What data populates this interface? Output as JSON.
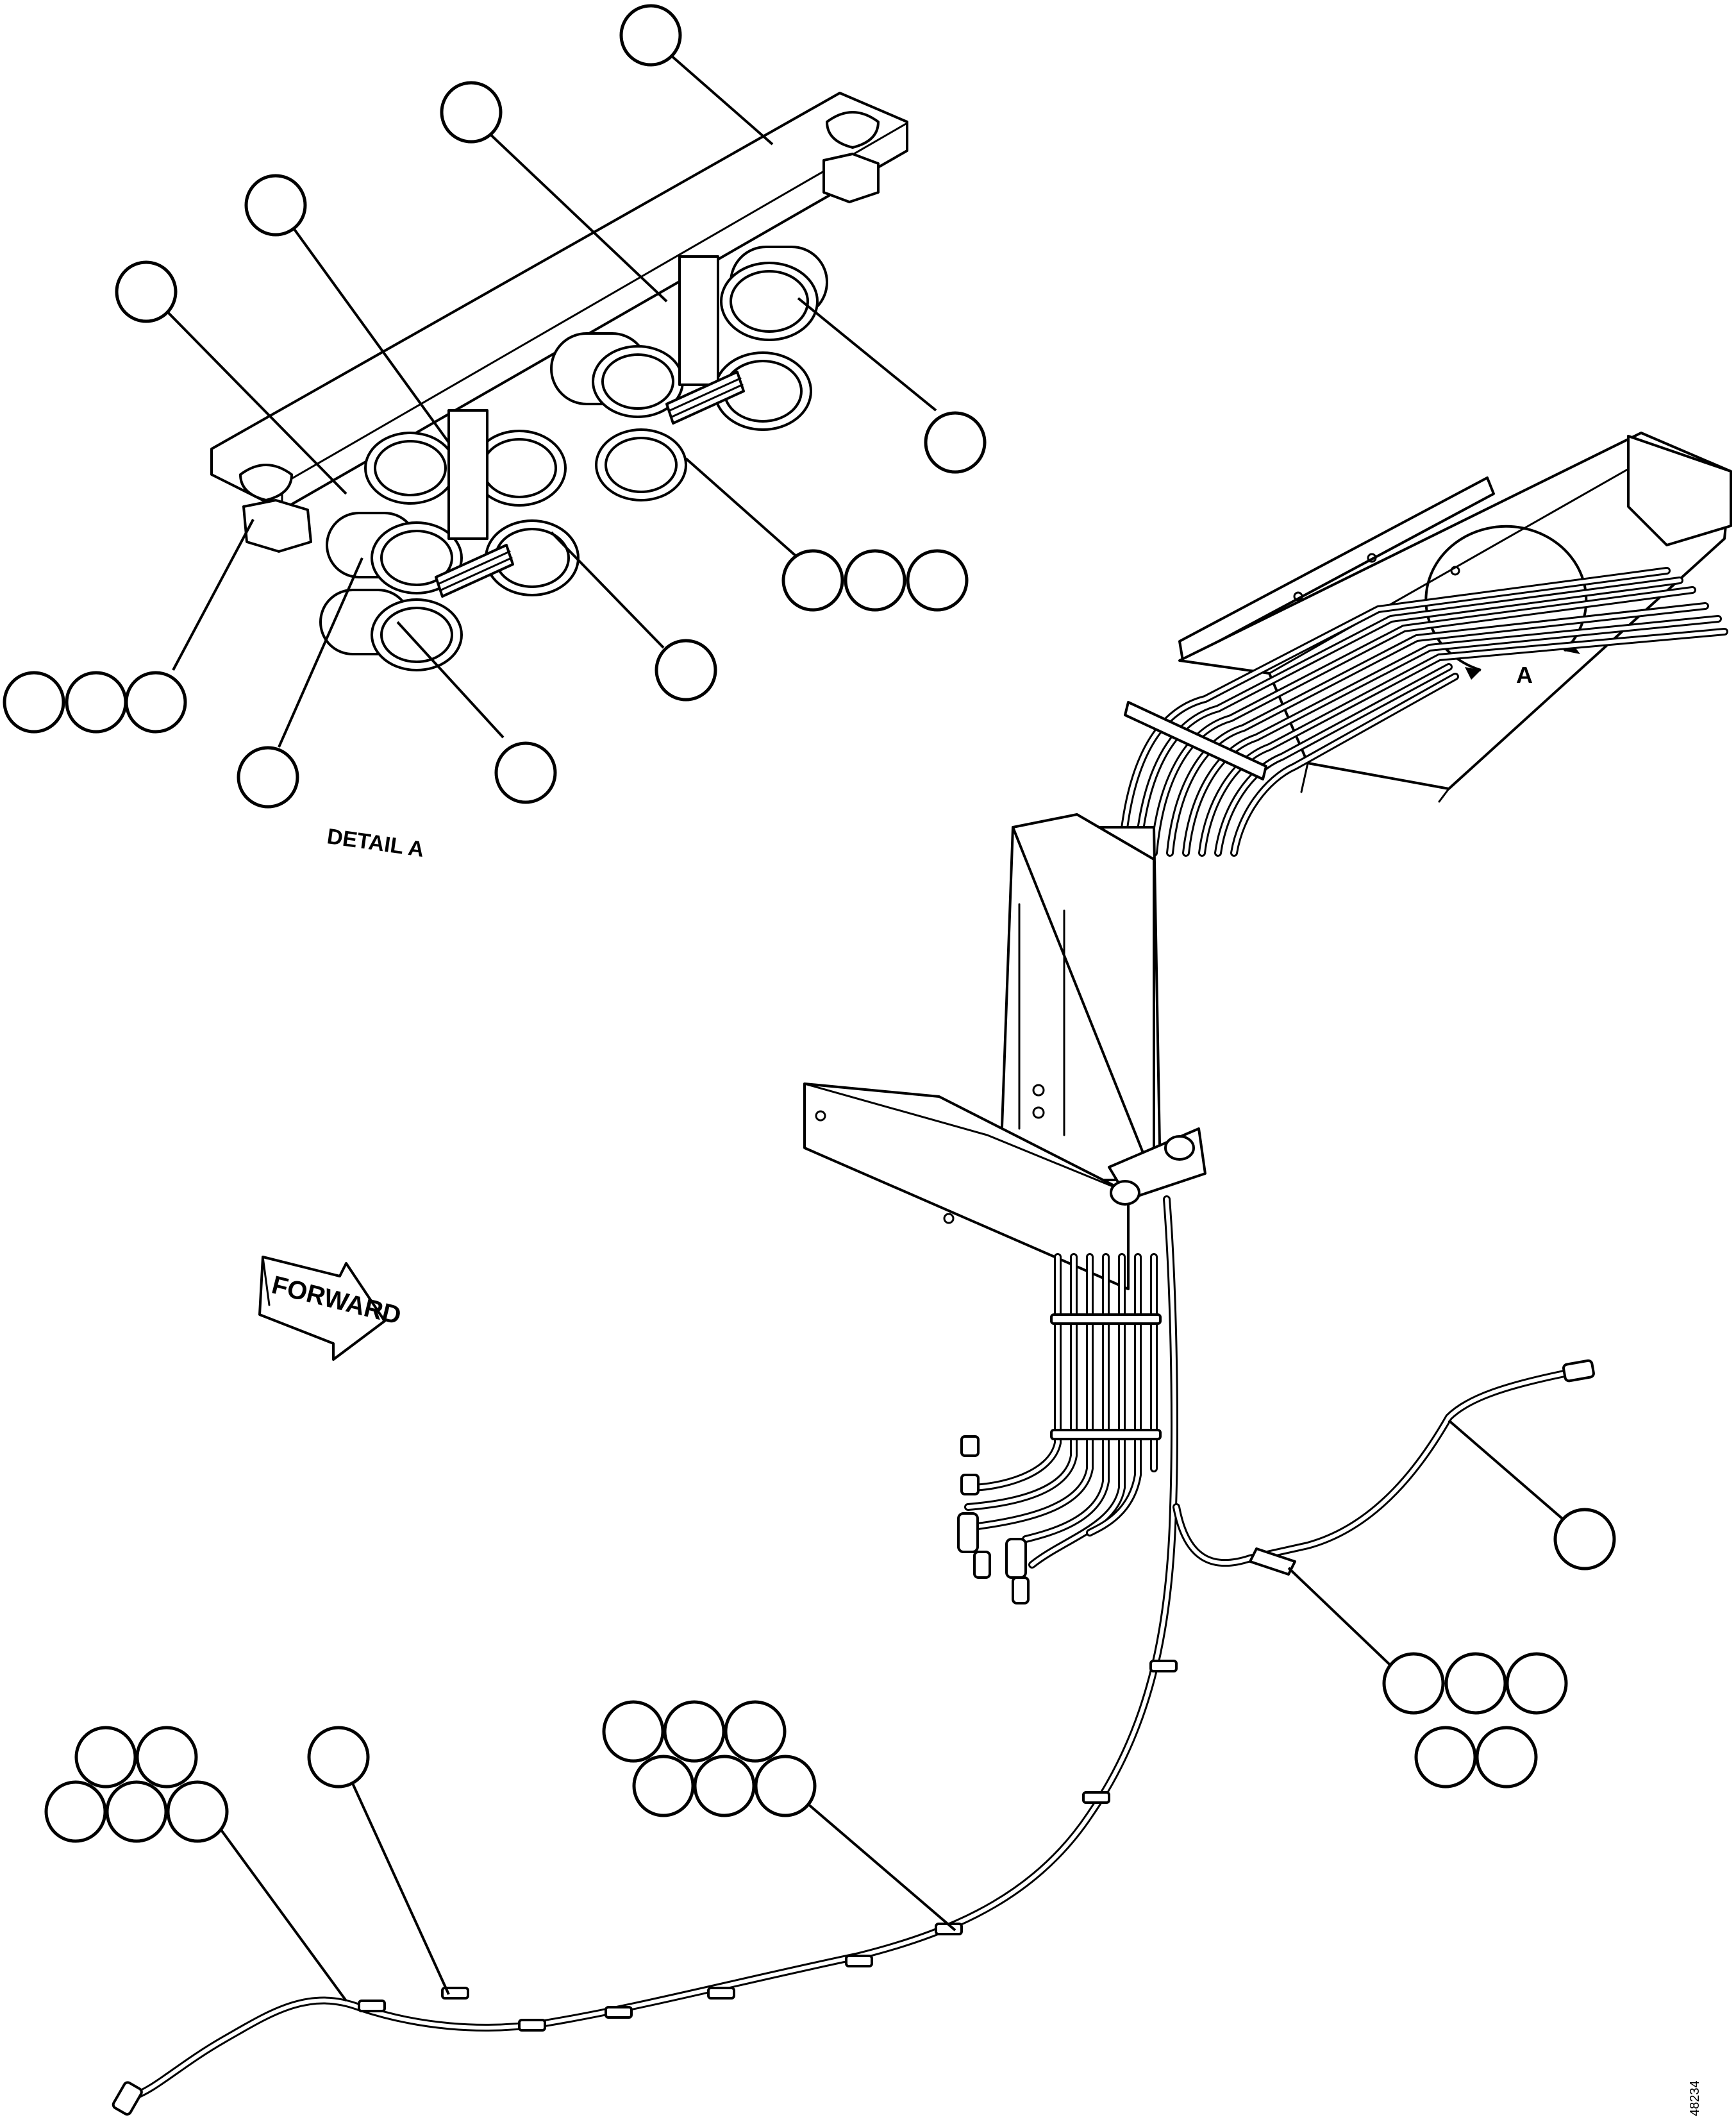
{
  "labels": {
    "detail": "DETAIL A",
    "view_marker": "A",
    "forward": "FORWARD",
    "drawing_number": "48234"
  }
}
